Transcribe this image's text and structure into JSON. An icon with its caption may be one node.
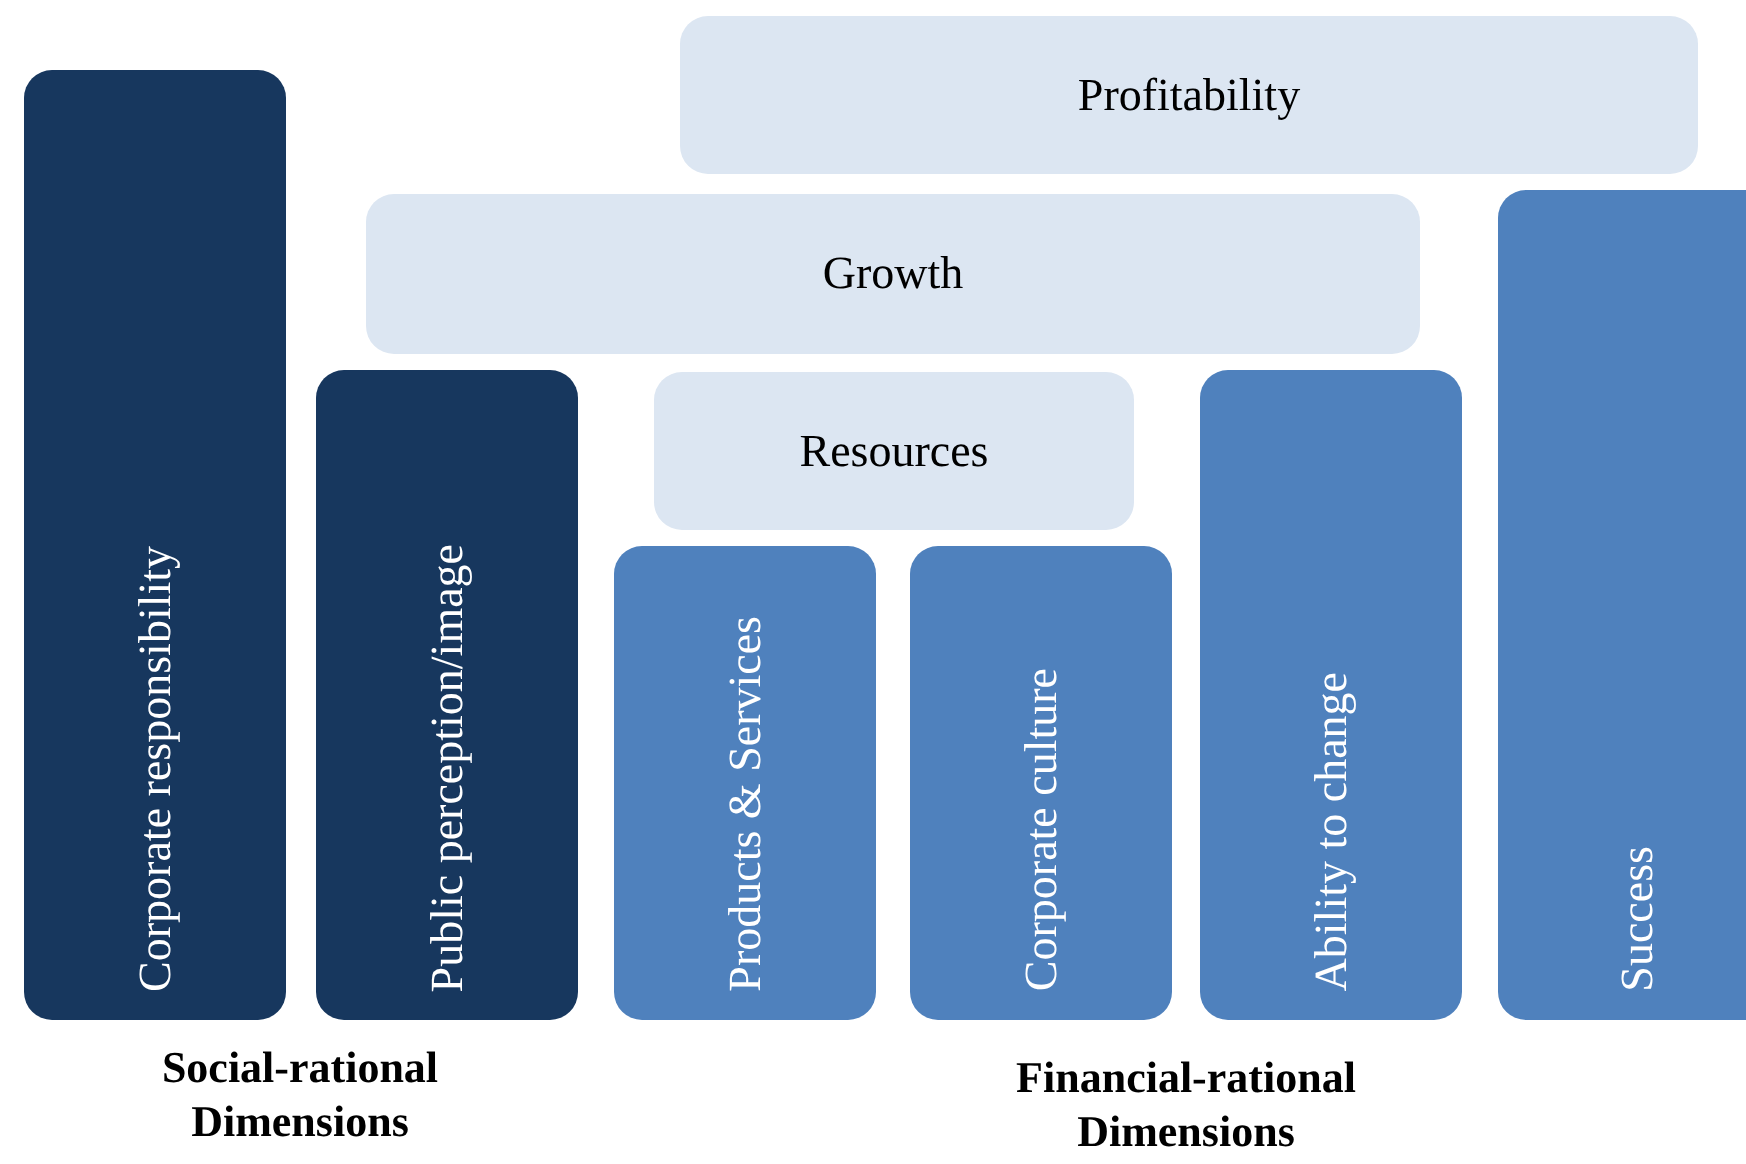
{
  "diagram": {
    "nodes": [
      {
        "text": [
          "Profitability"
        ]
      },
      {
        "text": [
          "Growth"
        ]
      },
      {
        "text": [
          "Resources"
        ]
      },
      {
        "text": [
          "Corporate responsibility"
        ]
      },
      {
        "text": [
          "Public perception/image"
        ]
      },
      {
        "text": [
          "Products & Services"
        ]
      },
      {
        "text": [
          "Corporate culture"
        ]
      },
      {
        "text": [
          "Ability to change"
        ]
      },
      {
        "text": [
          "Success"
        ]
      }
    ],
    "edges": [],
    "labels": [
      "Social-rational Dimensions",
      "Financial-rational Dimensions"
    ]
  }
}
